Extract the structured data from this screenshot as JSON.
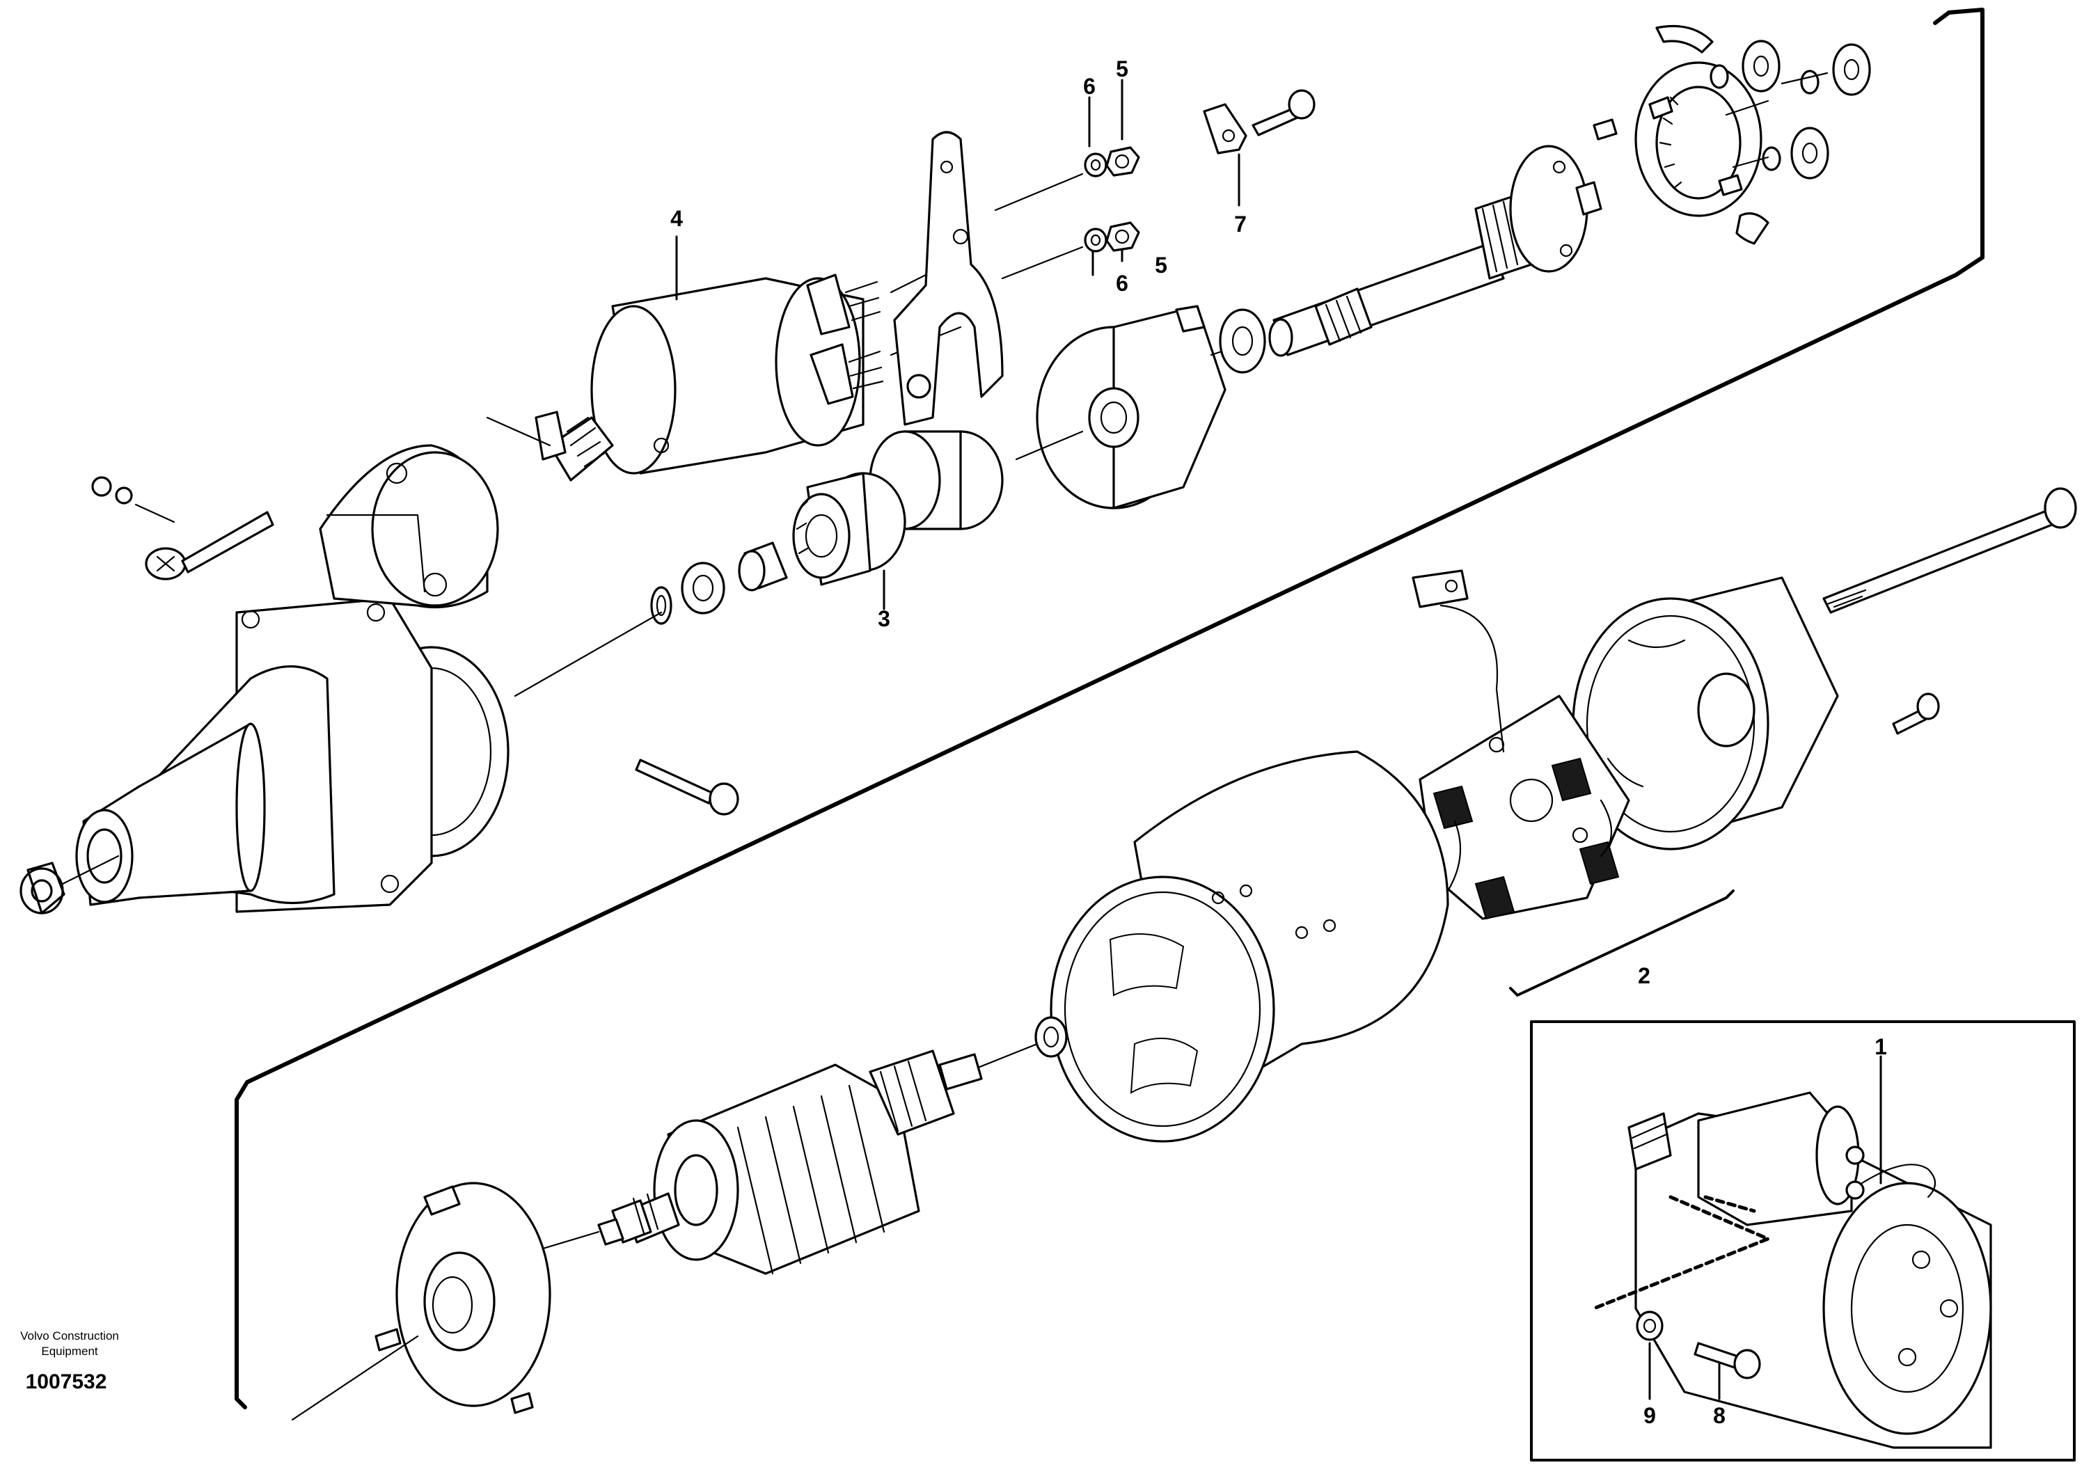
{
  "brand": {
    "line1": "Volvo Construction",
    "line2": "Equipment"
  },
  "document_number": "1007532",
  "callouts": {
    "c1": "1",
    "c2": "2",
    "c3": "3",
    "c4": "4",
    "c5a": "5",
    "c5b": "5",
    "c6a": "6",
    "c6b": "6",
    "c7": "7",
    "c8": "8",
    "c9": "9"
  }
}
